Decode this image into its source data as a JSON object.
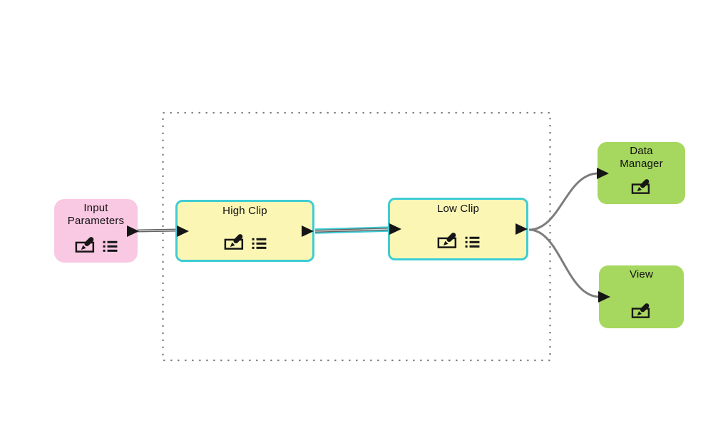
{
  "app": {
    "view": "workflow-canvas"
  },
  "colors": {
    "background": "#ffffff",
    "node_pink": "#f9c8e2",
    "node_yellow": "#fcf6b5",
    "node_green": "#a6d75f",
    "selection_cyan": "#3fccd4",
    "wire_gray": "#7c7c7c",
    "wire_dark_core": "#646464",
    "wire_light_core": "#d8d8d8",
    "group_border": "#7b7b7b",
    "port_black": "#151515",
    "icon_black": "#161616",
    "title_black": "#101010"
  },
  "nodes": {
    "input_parameters": {
      "lines": [
        "Input",
        "Parameters"
      ],
      "fill": "#f9c8e2",
      "icons": [
        "edit-icon",
        "list-icon"
      ],
      "selected": false
    },
    "high_clip": {
      "lines": [
        "High Clip"
      ],
      "fill": "#fcf6b5",
      "border": "#3fccd4",
      "icons": [
        "edit-icon",
        "list-icon"
      ],
      "selected": true
    },
    "low_clip": {
      "lines": [
        "Low Clip"
      ],
      "fill": "#fcf6b5",
      "border": "#3fccd4",
      "icons": [
        "edit-icon",
        "list-icon"
      ],
      "selected": true
    },
    "data_manager": {
      "lines": [
        "Data",
        "Manager"
      ],
      "fill": "#a6d75f",
      "icons": [
        "edit-icon"
      ],
      "selected": false
    },
    "view": {
      "lines": [
        "View"
      ],
      "fill": "#a6d75f",
      "icons": [
        "edit-icon"
      ],
      "selected": false
    }
  },
  "connections": [
    {
      "from": "input_parameters",
      "to": "high_clip",
      "selected": false
    },
    {
      "from": "high_clip",
      "to": "low_clip",
      "selected": true
    },
    {
      "from": "low_clip",
      "to": "data_manager",
      "selected": false
    },
    {
      "from": "low_clip",
      "to": "view",
      "selected": false
    }
  ],
  "group_box": {
    "style": "dotted",
    "contains": [
      "high_clip",
      "low_clip"
    ]
  }
}
